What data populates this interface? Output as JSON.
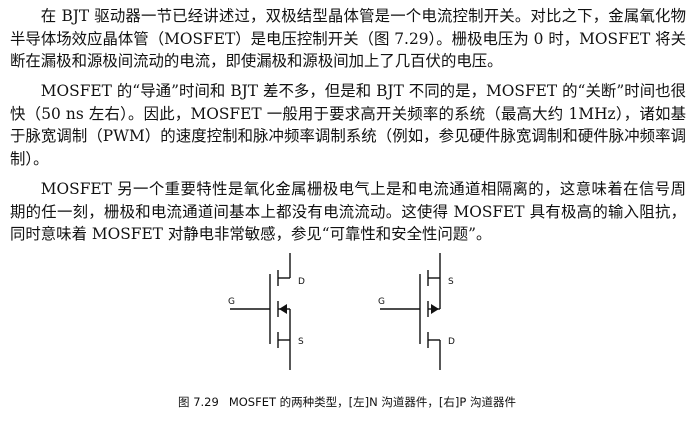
{
  "paragraphs": [
    "在 BJT 驱动器一节已经讲述过，双极结型晶体管是一个电流控制开关。对比之下，金属氧化物半导体场效应晶体管（MOSFET）是电压控制开关（图 7.29）。栅极电压为 0 时，MOSFET 将关断在漏极和源极间流动的电流，即使漏极和源极间加上了几百伏的电压。",
    "MOSFET 的“导通”时间和 BJT 差不多，但是和 BJT 不同的是，MOSFET 的“关断”时间也很快（50 ns 左右）。因此，MOSFET 一般用于要求高开关频率的系统（最高大约 1MHz），诸如基于脉宽调制（PWM）的速度控制和脉冲频率调制系统（例如，参见硬件脉宽调制和硬件脉冲频率调制）。",
    "MOSFET 另一个重要特性是氧化金属栅极电气上是和电流通道相隔离的，这意味着在信号周期的任一刻，栅极和电流通道间基本上都没有电流流动。这使得 MOSFET 具有极高的输入阻抗，同时意味着 MOSFET 对静电非常敏感，参见“可靠性和安全性问题”。"
  ],
  "figure": {
    "left": {
      "gate_label": "G",
      "top_label": "D",
      "bottom_label": "S"
    },
    "right": {
      "gate_label": "G",
      "top_label": "S",
      "bottom_label": "D"
    }
  },
  "caption": {
    "number": "图 7.29",
    "text": "MOSFET 的两种类型，[左]N 沟道器件，[右]P 沟道器件"
  }
}
